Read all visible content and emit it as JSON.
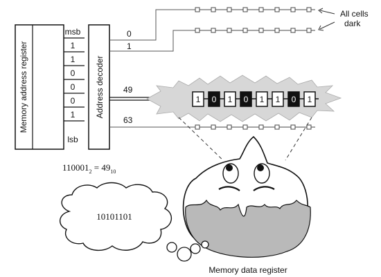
{
  "register": {
    "label": "Memory address register",
    "msb": "msb",
    "lsb": "lsb",
    "bits": [
      "1",
      "1",
      "0",
      "0",
      "0",
      "1"
    ]
  },
  "decoder": {
    "label": "Address decoder"
  },
  "lines": {
    "line0": "0",
    "line1": "1",
    "line49": "49",
    "line63": "63"
  },
  "selected_cells": [
    "1",
    "0",
    "1",
    "0",
    "1",
    "1",
    "0",
    "1"
  ],
  "annotations": {
    "all_cells_line1": "All cells",
    "all_cells_line2": "dark",
    "equation_main": "110001",
    "equation_sub1": "2",
    "equation_mid": " = 49",
    "equation_sub2": "10",
    "thought_value": "10101101",
    "data_register": "Memory data register"
  }
}
